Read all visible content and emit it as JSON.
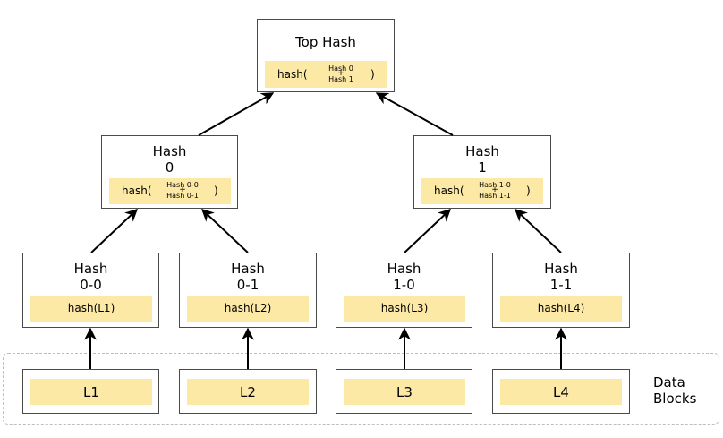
{
  "top": {
    "title": "Top Hash",
    "fn": "hash(",
    "arg1": "Hash 0",
    "plus": "+",
    "arg2": "Hash 1",
    "close": ")"
  },
  "mid": [
    {
      "title": "Hash\n0",
      "fn": "hash(",
      "arg1": "Hash 0-0",
      "plus": "+",
      "arg2": "Hash 0-1",
      "close": ")"
    },
    {
      "title": "Hash\n1",
      "fn": "hash(",
      "arg1": "Hash 1-0",
      "plus": "+",
      "arg2": "Hash 1-1",
      "close": ")"
    }
  ],
  "leaves": [
    {
      "title": "Hash\n0-0",
      "formula": "hash(L1)"
    },
    {
      "title": "Hash\n0-1",
      "formula": "hash(L2)"
    },
    {
      "title": "Hash\n1-0",
      "formula": "hash(L3)"
    },
    {
      "title": "Hash\n1-1",
      "formula": "hash(L4)"
    }
  ],
  "blocks": [
    "L1",
    "L2",
    "L3",
    "L4"
  ],
  "data_blocks_label": "Data\nBlocks",
  "colors": {
    "fill": "#fde9a6",
    "border": "#4a4a4a",
    "dash": "#bdbdbd"
  }
}
